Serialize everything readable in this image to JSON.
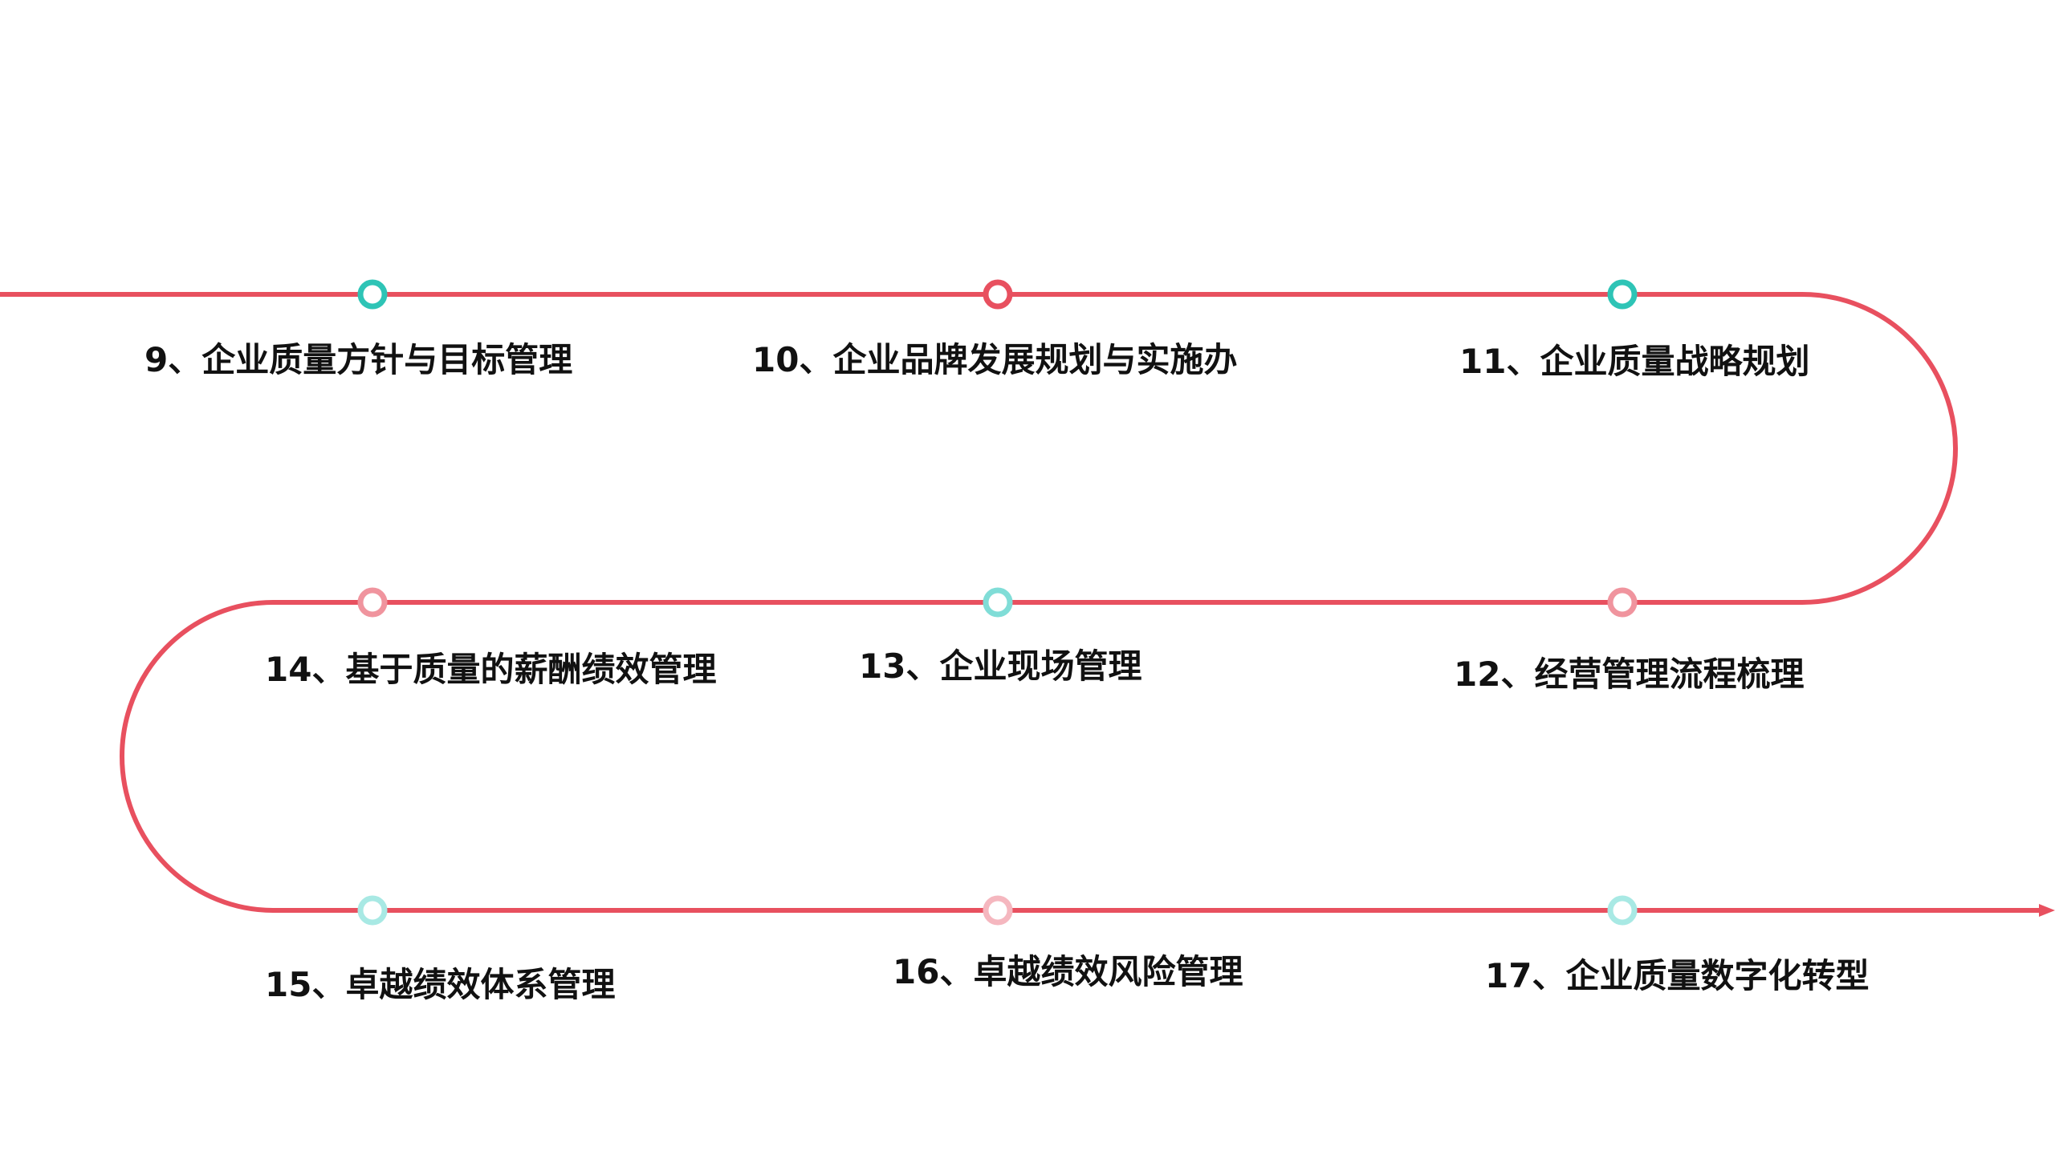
{
  "colors": {
    "path": "#E8505F",
    "teal": "#2EC4B6",
    "red": "#E8505F",
    "pink_light": "#F0949E",
    "teal_light": "#80DDD7",
    "teal_lighter": "#A8E9E4",
    "pink_lighter": "#F5B7BF"
  },
  "steps": [
    {
      "label": "9、企业质量方针与目标管理",
      "marker": "teal"
    },
    {
      "label": "10、企业品牌发展规划与实施办",
      "marker": "red"
    },
    {
      "label": "11、企业质量战略规划",
      "marker": "teal"
    },
    {
      "label": "12、经营管理流程梳理",
      "marker": "pink_light"
    },
    {
      "label": "13、企业现场管理",
      "marker": "teal_light"
    },
    {
      "label": "14、基于质量的薪酬绩效管理",
      "marker": "pink_light"
    },
    {
      "label": "15、卓越绩效体系管理",
      "marker": "teal_lighter"
    },
    {
      "label": "16、卓越绩效风险管理",
      "marker": "pink_lighter"
    },
    {
      "label": "17、企业质量数字化转型",
      "marker": "teal_lighter"
    }
  ]
}
